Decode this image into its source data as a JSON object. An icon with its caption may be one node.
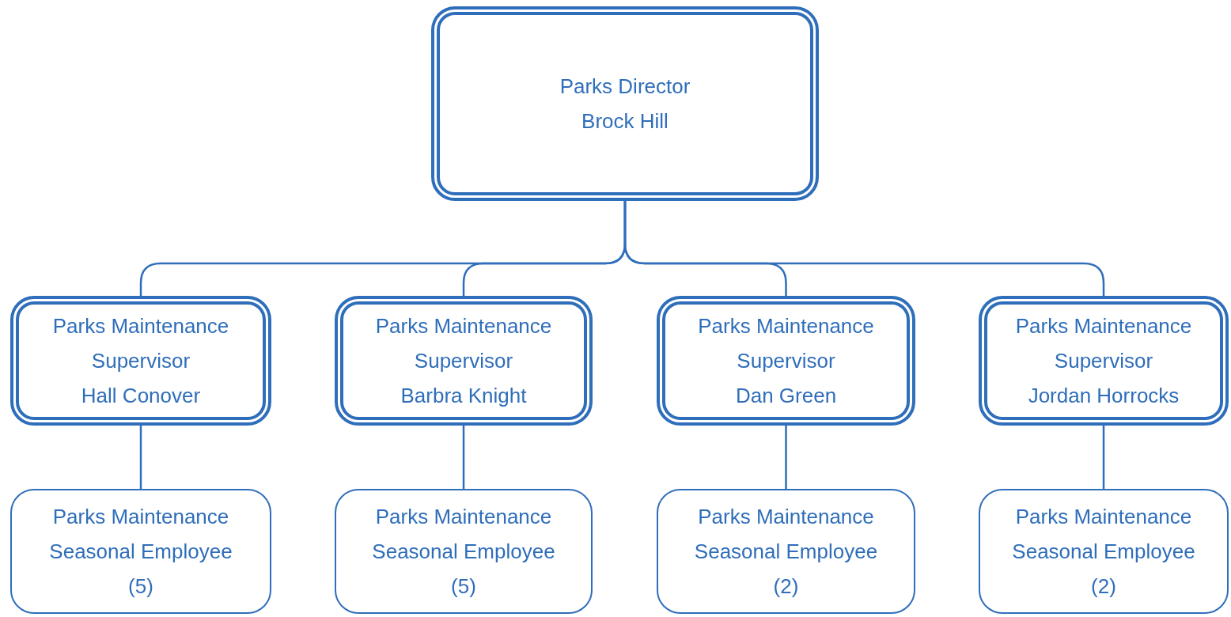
{
  "diagram": {
    "nodes": [
      {
        "text": [
          "Parks Director",
          "Brock Hill"
        ]
      },
      {
        "text": [
          "Parks Maintenance Supervisor",
          "Hall Conover"
        ]
      },
      {
        "text": [
          "Parks Maintenance Supervisor",
          "Barbra Knight"
        ]
      },
      {
        "text": [
          "Parks Maintenance Supervisor",
          "Dan Green"
        ]
      },
      {
        "text": [
          "Parks Maintenance Supervisor",
          "Jordan Horrocks"
        ]
      },
      {
        "text": [
          "Parks Maintenance Seasonal Employee",
          "(5)"
        ]
      },
      {
        "text": [
          "Parks Maintenance Seasonal Employee",
          "(5)"
        ]
      },
      {
        "text": [
          "Parks Maintenance Seasonal Employee",
          "(2)"
        ]
      },
      {
        "text": [
          "Parks Maintenance Seasonal Employee",
          "(2)"
        ]
      }
    ],
    "edges": [
      {
        "from": 0,
        "to": 1,
        "arrow": "none"
      },
      {
        "from": 0,
        "to": 2,
        "arrow": "none"
      },
      {
        "from": 0,
        "to": 3,
        "arrow": "none"
      },
      {
        "from": 0,
        "to": 4,
        "arrow": "none"
      },
      {
        "from": 1,
        "to": 5,
        "arrow": "none"
      },
      {
        "from": 2,
        "to": 6,
        "arrow": "none"
      },
      {
        "from": 3,
        "to": 7,
        "arrow": "none"
      },
      {
        "from": 4,
        "to": 8,
        "arrow": "none"
      }
    ]
  }
}
